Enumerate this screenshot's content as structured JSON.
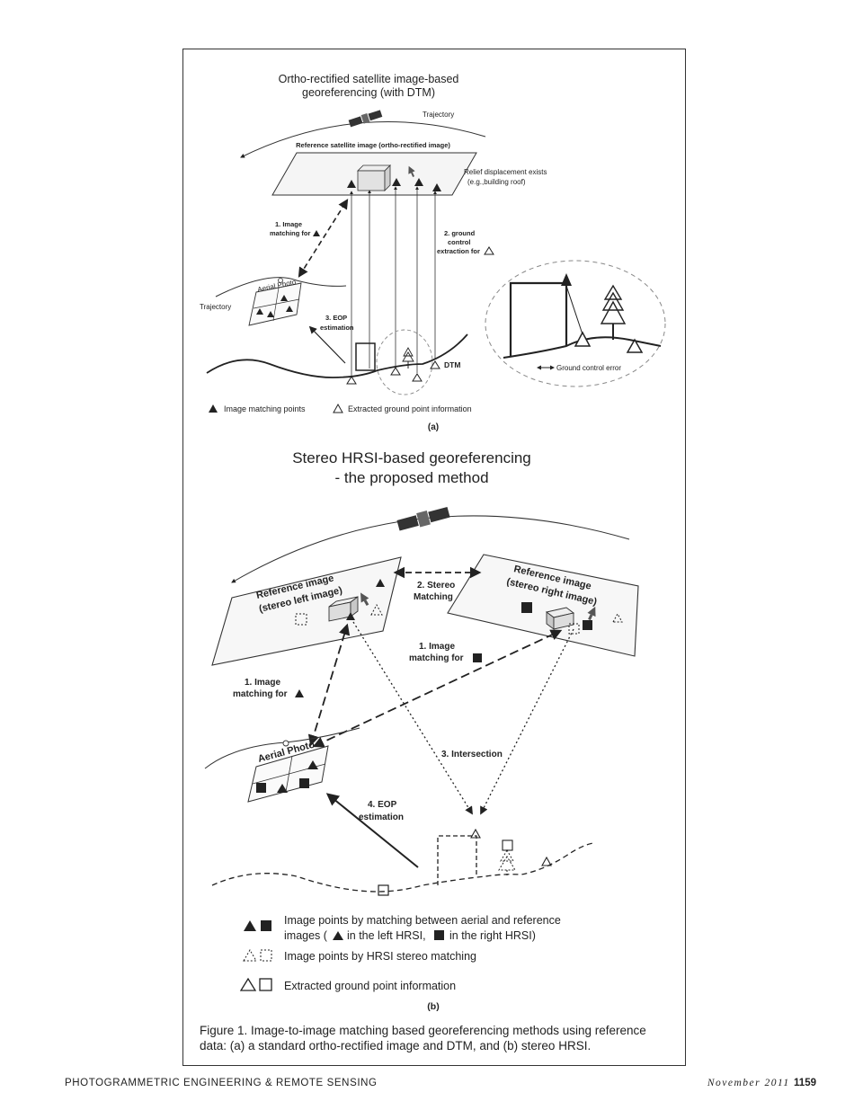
{
  "panel_a": {
    "title_line1": "Ortho-rectified satellite image-based",
    "title_line2": "georeferencing (with DTM)",
    "trajectory_top": "Trajectory",
    "reference_label": "Reference satellite image (ortho-rectified image)",
    "relief_line1": "Relief displacement exists",
    "relief_line2": "(e.g.,building roof)",
    "matching_line1": "1. Image",
    "matching_line2": "matching for",
    "ground_line1": "2. ground",
    "ground_line2": "control",
    "ground_line3": "extraction for",
    "aerial_photo": "Aerial Photo",
    "trajectory_left": "Trajectory",
    "eop_line1": "3. EOP",
    "eop_line2": "estimation",
    "dtm": "DTM",
    "ground_error": "Ground control error",
    "legend_filled": "Image matching points",
    "legend_open": "Extracted ground point information",
    "label": "(a)"
  },
  "panel_b": {
    "title_line1": "Stereo HRSI-based georeferencing",
    "title_line2": "- the proposed method",
    "ref_left_line1": "Reference image",
    "ref_left_line2": "(stereo left image)",
    "ref_right_line1": "Reference image",
    "ref_right_line2": "(stereo right image)",
    "stereo_line1": "2. Stereo",
    "stereo_line2": "Matching",
    "matching_right_line1": "1. Image",
    "matching_right_line2": "matching for",
    "matching_left_line1": "1. Image",
    "matching_left_line2": "matching for",
    "aerial_photo": "Aerial Photo",
    "intersection": "3. Intersection",
    "eop_line1": "4. EOP",
    "eop_line2": "estimation",
    "legend1_line1": "Image points by matching between aerial and reference",
    "legend1_line2a": "images (",
    "legend1_line2b": "in the left HRSI,",
    "legend1_line2c": "in the right HRSI)",
    "legend2": "Image points by HRSI stereo matching",
    "legend3": "Extracted ground point information",
    "label": "(b)"
  },
  "caption": {
    "line1": "Figure 1. Image-to-image matching based georeferencing methods using reference",
    "line2": "data: (a) a standard ortho-rectified image and DTM, and (b) stereo HRSI."
  },
  "footer": {
    "journal": "PHOTOGRAMMETRIC ENGINEERING & REMOTE SENSING",
    "date": "November 2011",
    "page": "1159"
  }
}
